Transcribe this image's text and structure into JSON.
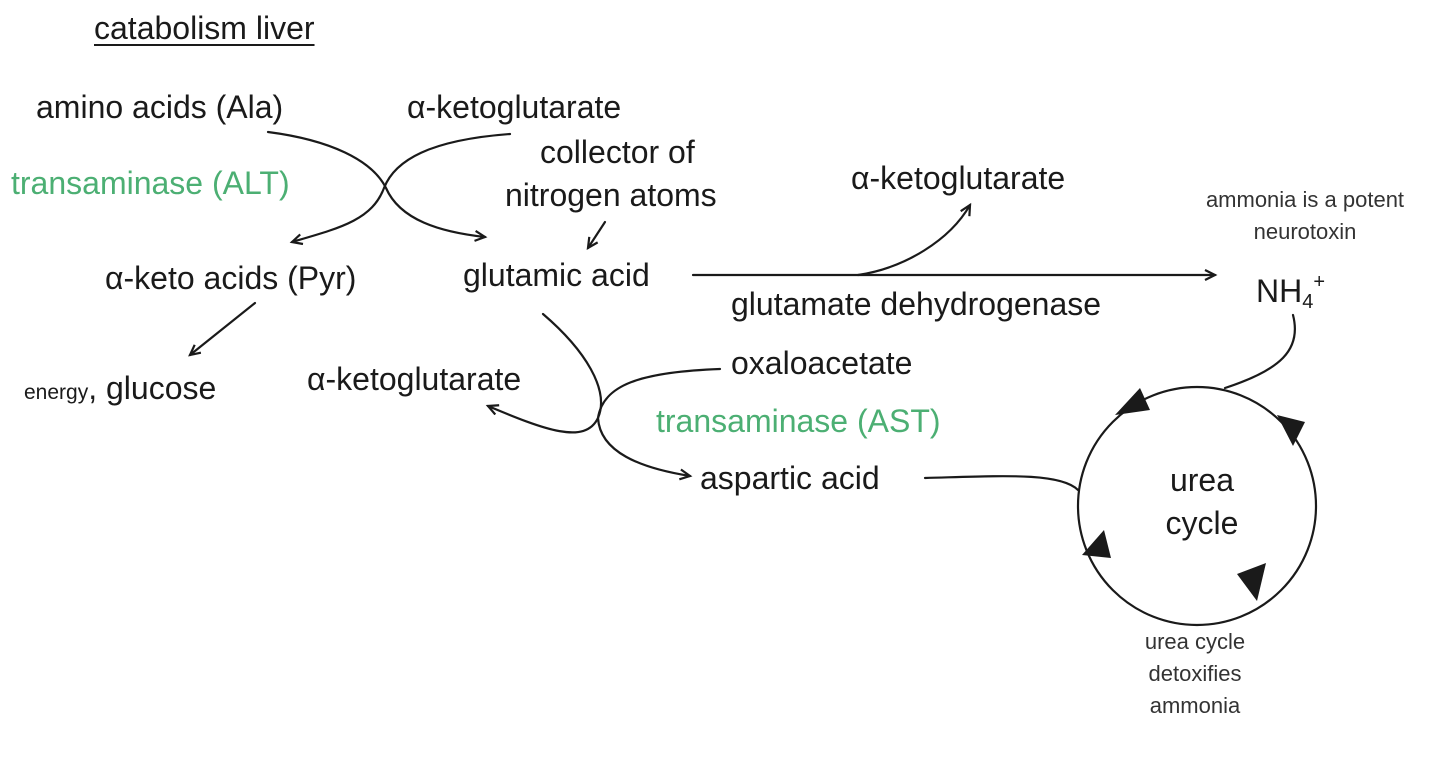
{
  "title": "catabolism liver",
  "labels": {
    "amino_acids": "amino acids (Ala)",
    "akg_top": "α-ketoglutarate",
    "transaminase_alt": "transaminase (ALT)",
    "collector_line1": "collector of",
    "collector_line2": "nitrogen atoms",
    "keto_acids": "α-keto acids (Pyr)",
    "glutamic_acid": "glutamic acid",
    "akg_right": "α-ketoglutarate",
    "gdh": "glutamate dehydrogenase",
    "nh4_base": "NH",
    "nh4_sub": "4",
    "nh4_sup": "+",
    "energy": "energy",
    "glucose": ", glucose",
    "akg_mid": "α-ketoglutarate",
    "oxaloacetate": "oxaloacetate",
    "transaminase_ast": "transaminase (AST)",
    "aspartic_acid": "aspartic acid",
    "urea_cycle": "urea\ncycle",
    "ammonia_note": "ammonia is a potent neurotoxin",
    "urea_note": "urea cycle detoxifies ammonia"
  },
  "colors": {
    "text": "#1a1a1a",
    "enzyme": "#4caf73"
  }
}
